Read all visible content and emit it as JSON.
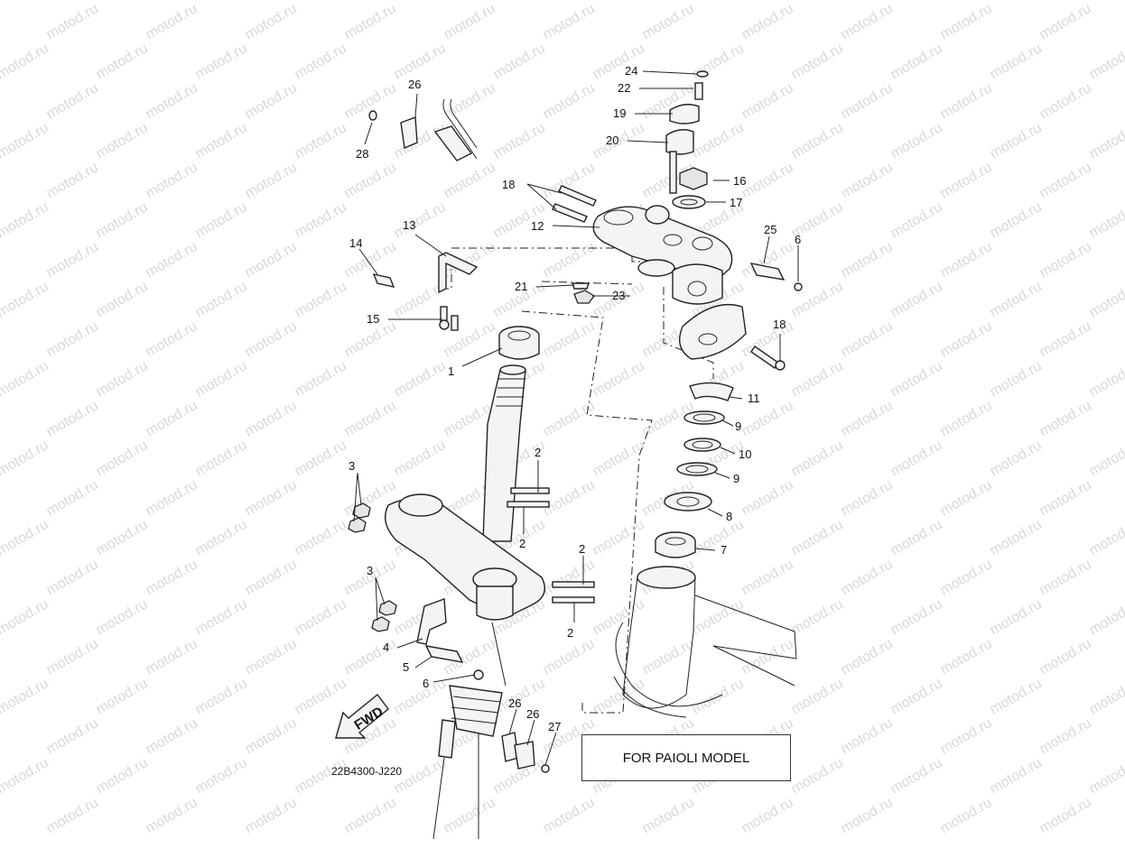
{
  "watermark": "motod.ru",
  "diagram_code": "22B4300-J220",
  "model_note": "FOR PAIOLI MODEL",
  "fwd_label": "FWD",
  "callouts": [
    "24",
    "22",
    "19",
    "20",
    "16",
    "17",
    "18",
    "12",
    "26",
    "28",
    "13",
    "14",
    "15",
    "21",
    "23",
    "25",
    "6",
    "18",
    "1",
    "11",
    "9",
    "10",
    "9",
    "8",
    "7",
    "2",
    "3",
    "2",
    "2",
    "3",
    "2",
    "4",
    "5",
    "6",
    "26",
    "26",
    "27"
  ]
}
